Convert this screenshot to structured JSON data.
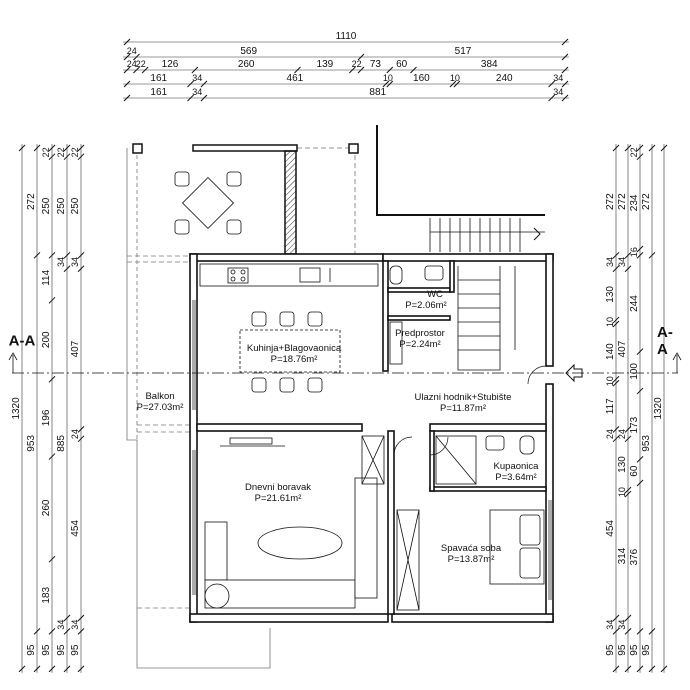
{
  "section_label": "A-A",
  "rooms": [
    {
      "name": "Kuhinja+Blagovaonica",
      "area": "P=18.76m²"
    },
    {
      "name": "WC",
      "area": "P=2.06m²"
    },
    {
      "name": "Predprostor",
      "area": "P=2.24m²"
    },
    {
      "name": "Ulazni hodnik+Stubište",
      "area": "P=11.87m²"
    },
    {
      "name": "Balkon",
      "area": "P=27.03m²"
    },
    {
      "name": "Dnevni boravak",
      "area": "P=21.61m²"
    },
    {
      "name": "Kupaonica",
      "area": "P=3.64m²"
    },
    {
      "name": "Spavaća soba",
      "area": "P=13.87m²"
    }
  ],
  "dimensions": {
    "top": [
      [
        1110
      ],
      [
        24,
        569,
        517
      ],
      [
        24,
        22,
        126,
        260,
        139,
        22,
        73,
        60,
        384
      ],
      [
        161,
        34,
        461,
        10,
        160,
        10,
        240,
        34
      ],
      [
        161,
        34,
        881,
        34
      ]
    ],
    "left": [
      [
        1320
      ],
      [
        272,
        953,
        95
      ],
      [
        22,
        250,
        114,
        200,
        196,
        260,
        183,
        95
      ],
      [
        22,
        250,
        34,
        885,
        34,
        95
      ],
      [
        22,
        250,
        34,
        407,
        24,
        454,
        34,
        95
      ]
    ],
    "right": [
      [
        272,
        34,
        130,
        10,
        140,
        10,
        117,
        24,
        454,
        34,
        95
      ],
      [
        272,
        34,
        407,
        24,
        130,
        10,
        314,
        34,
        95
      ],
      [
        22,
        234,
        16,
        244,
        100,
        173,
        60,
        376,
        95
      ],
      [
        272,
        953,
        95
      ],
      [
        1320
      ]
    ]
  }
}
